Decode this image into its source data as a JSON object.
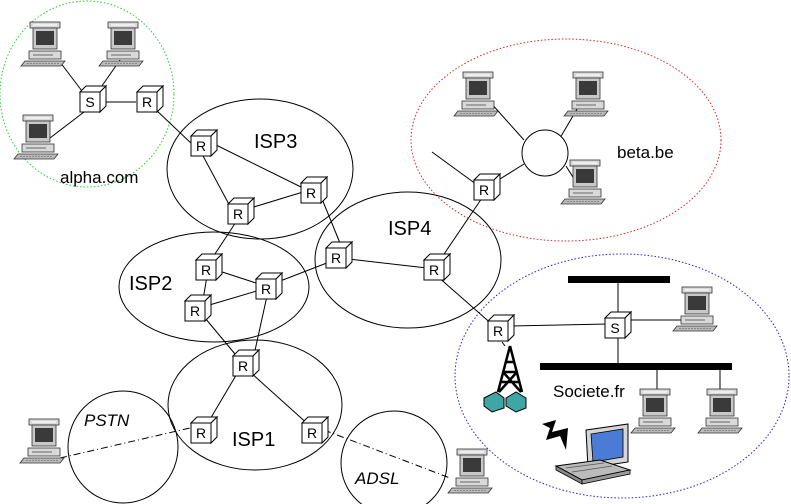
{
  "colors": {
    "alpha": "#22cc22",
    "beta": "#dd2222",
    "societe": "#2222dd",
    "line": "#000000"
  },
  "domains": {
    "alpha": "alpha.com",
    "beta": "beta.be",
    "societe": "Societe.fr"
  },
  "isps": {
    "isp1": "ISP1",
    "isp2": "ISP2",
    "isp3": "ISP3",
    "isp4": "ISP4"
  },
  "access": {
    "pstn": "PSTN",
    "adsl": "ADSL"
  },
  "devices": {
    "router_letter": "R",
    "switch_letter": "S"
  }
}
